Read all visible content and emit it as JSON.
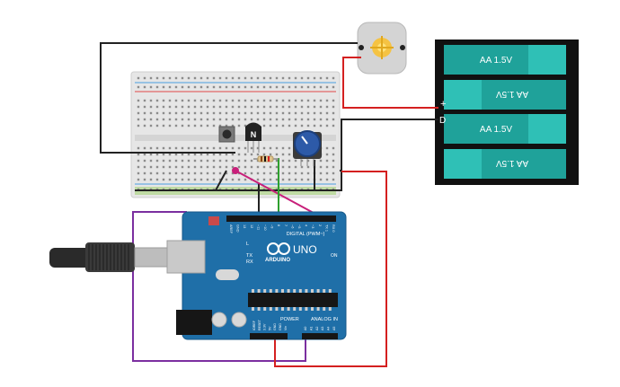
{
  "battery_pack": {
    "cells": [
      {
        "label": "AA 1.5V",
        "flipped": false
      },
      {
        "label": "AA 1.5V",
        "flipped": true
      },
      {
        "label": "AA 1.5V",
        "flipped": false
      },
      {
        "label": "AA 1.5V",
        "flipped": true
      }
    ],
    "plus_terminal": "+",
    "minus_terminal": "D"
  },
  "transistor": {
    "label": "N"
  },
  "arduino": {
    "brand": "ARDUINO",
    "model": "UNO",
    "digital_header": "DIGITAL (PWM~)",
    "power_header": "POWER",
    "analog_header": "ANALOG IN",
    "on_label": "ON",
    "led_labels": [
      "L",
      "TX",
      "RX"
    ],
    "top_pins": [
      "AREF",
      "GND",
      "13",
      "12",
      "~11",
      "~10",
      "~9",
      "8",
      "7",
      "~6",
      "~5",
      "4",
      "~3",
      "2",
      "TX 1",
      "RX 0"
    ],
    "power_pins": [
      "IOREF",
      "RESET",
      "3.3V",
      "5V",
      "GND",
      "GND",
      "Vin"
    ],
    "analog_pins": [
      "A0",
      "A1",
      "A2",
      "A3",
      "A4",
      "A5"
    ]
  },
  "wires": [
    {
      "name": "wire-motor-to-breadboard-black",
      "color": "#222222"
    },
    {
      "name": "wire-motor-to-battery-red",
      "color": "#d42020"
    },
    {
      "name": "wire-battery-to-breadboard-black",
      "color": "#222222"
    },
    {
      "name": "wire-arduino-gnd-purple",
      "color": "#7b2fa0"
    },
    {
      "name": "wire-arduino-5v-red",
      "color": "#d42020"
    },
    {
      "name": "wire-pin9-magenta",
      "color": "#c8207a"
    },
    {
      "name": "wire-pin-green",
      "color": "#2ea02e"
    }
  ],
  "colors": {
    "board_blue": "#1f6fa8",
    "battery_teal": "#1fa29a",
    "breadboard": "#e6e6e6",
    "potentiometer": "#2d5aa8"
  }
}
